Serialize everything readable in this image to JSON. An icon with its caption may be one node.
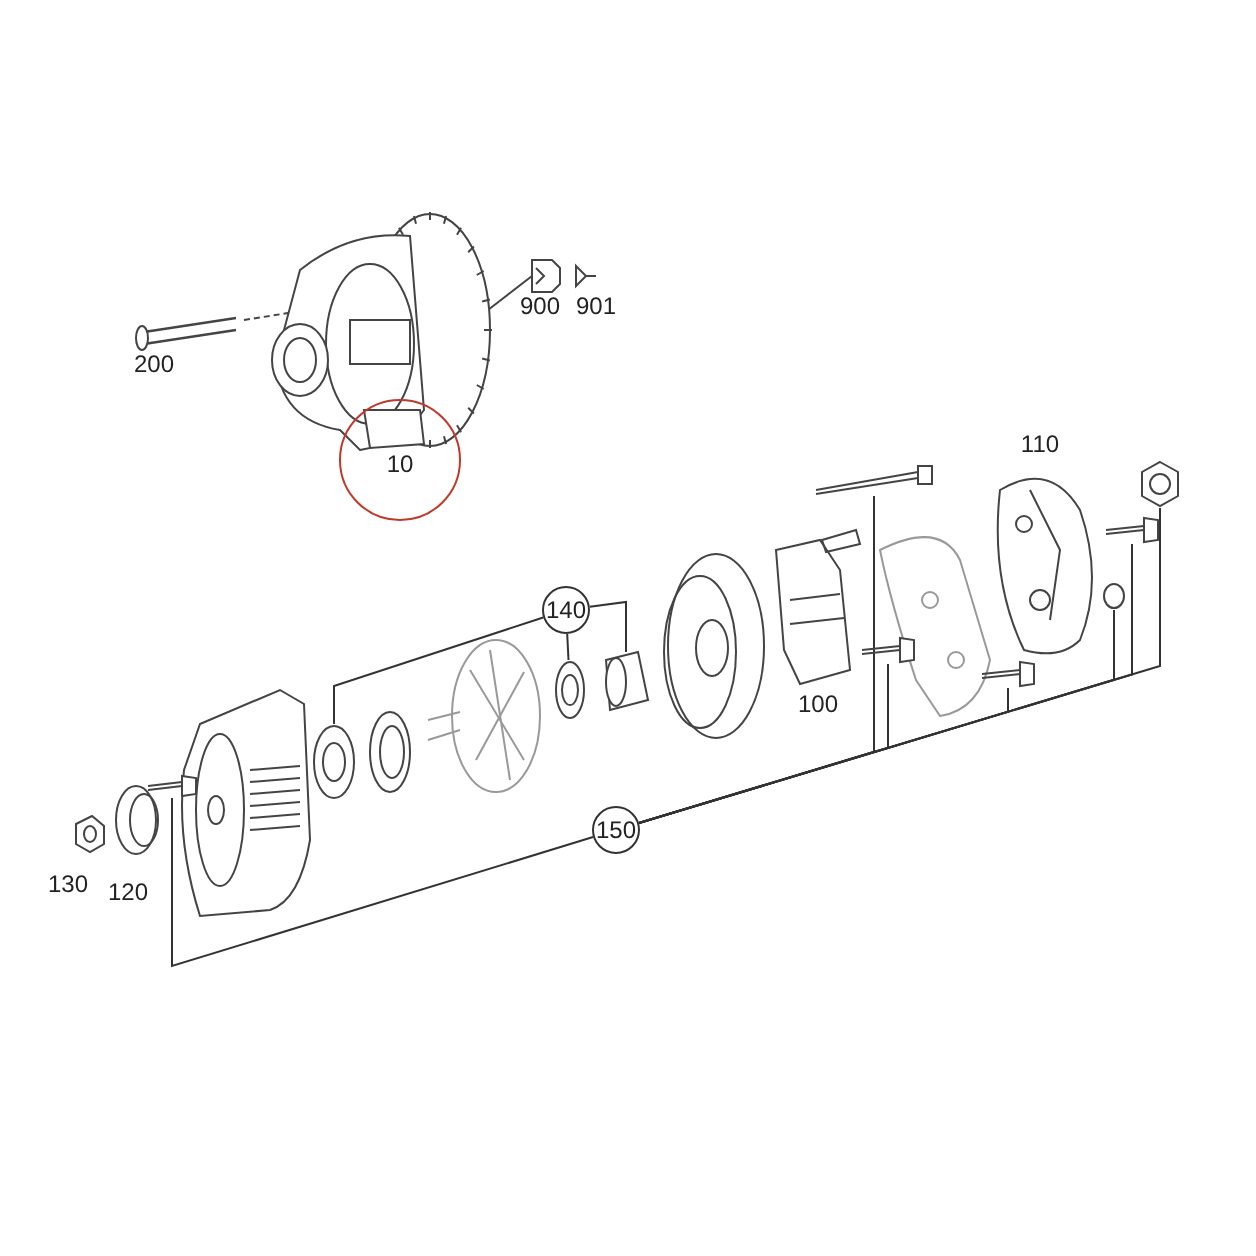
{
  "diagram": {
    "nodes": [
      {
        "text": [
          "140"
        ]
      },
      {
        "text": [
          "150"
        ]
      },
      {
        "text": [],
        "shape": "bearing"
      },
      {
        "text": [],
        "shape": "bearing"
      },
      {
        "text": [],
        "shape": "cap"
      },
      {
        "text": [],
        "shape": "screw"
      },
      {
        "text": [],
        "shape": "bolt"
      },
      {
        "text": [],
        "shape": "screw"
      },
      {
        "text": [],
        "shape": "screw"
      },
      {
        "text": [],
        "shape": "washer"
      },
      {
        "text": [],
        "shape": "screw"
      },
      {
        "text": [],
        "shape": "nut"
      }
    ],
    "edges": [
      {
        "from": 0,
        "to": 2,
        "arrow": "none"
      },
      {
        "from": 0,
        "to": 3,
        "arrow": "none"
      },
      {
        "from": 0,
        "to": 4,
        "arrow": "none"
      },
      {
        "from": 1,
        "to": 5,
        "arrow": "none"
      },
      {
        "from": 1,
        "to": 6,
        "arrow": "none"
      },
      {
        "from": 1,
        "to": 7,
        "arrow": "none"
      },
      {
        "from": 1,
        "to": 8,
        "arrow": "none"
      },
      {
        "from": 1,
        "to": 9,
        "arrow": "none"
      },
      {
        "from": 1,
        "to": 10,
        "arrow": "none"
      },
      {
        "from": 1,
        "to": 11,
        "arrow": "none"
      }
    ],
    "labels": [
      "200",
      "900",
      "901",
      "10",
      "110",
      "100",
      "130",
      "120"
    ]
  }
}
